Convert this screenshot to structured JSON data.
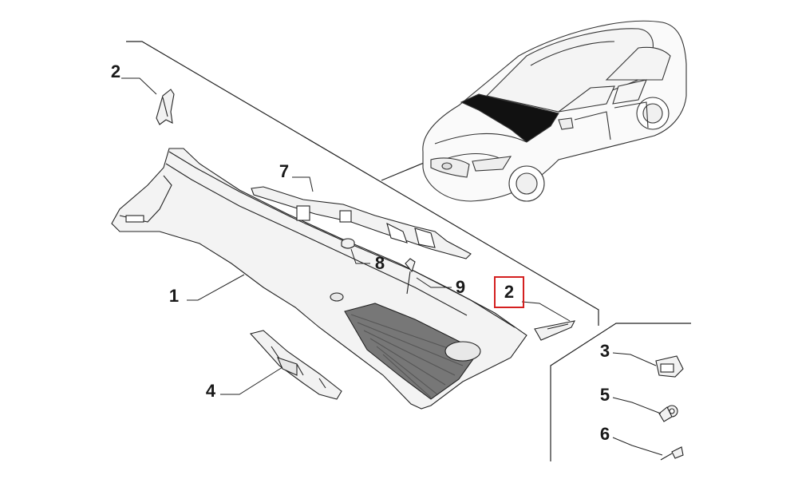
{
  "colors": {
    "background": "#ffffff",
    "line": "#222222",
    "part_fill": "#f2f2f2",
    "highlight_box": "#d42020"
  },
  "callouts": {
    "c2_top": "2",
    "c7": "7",
    "c1": "1",
    "c8": "8",
    "c9": "9",
    "c2_highlight": "2",
    "c4": "4",
    "c3": "3",
    "c5": "5",
    "c6": "6"
  },
  "highlighted_callout": "2"
}
